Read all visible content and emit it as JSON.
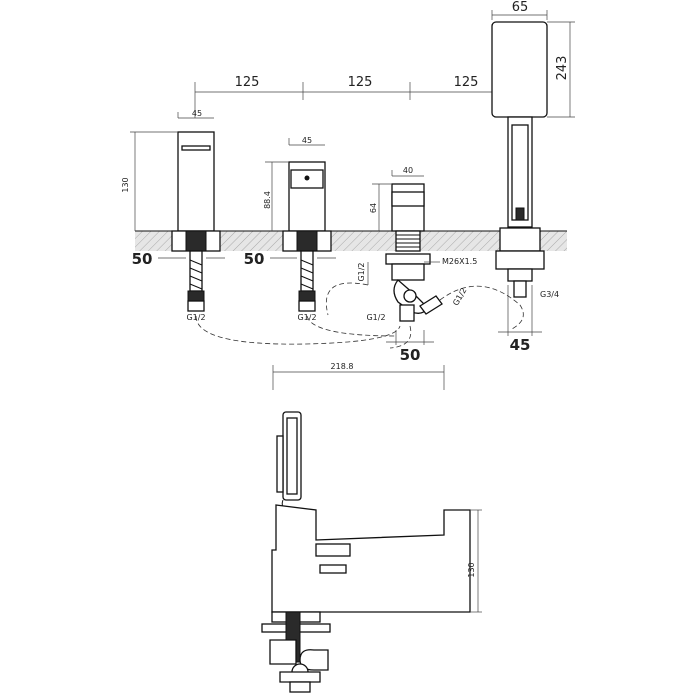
{
  "drawing": {
    "top_view": {
      "spacing_dims": [
        "125",
        "125",
        "125"
      ],
      "shower_head_width": "65",
      "shower_head_height": "243",
      "faucet1_width": "45",
      "faucet1_height": "130",
      "faucet2_width": "45",
      "faucet2_height": "88.4",
      "diverter_width": "40",
      "diverter_height": "64",
      "deck_hole_dims": [
        "50",
        "50",
        "50",
        "45"
      ],
      "thread_labels": {
        "faucet1": "G1/2",
        "faucet2": "G1/2",
        "diverter_left": "G1/2",
        "diverter_bottom": "G1/2",
        "diverter_right": "G1/2",
        "diverter_top": "M26X1.5",
        "shower": "G3/4"
      }
    },
    "side_view": {
      "width_dim": "218.8",
      "height_dim": "130"
    }
  }
}
